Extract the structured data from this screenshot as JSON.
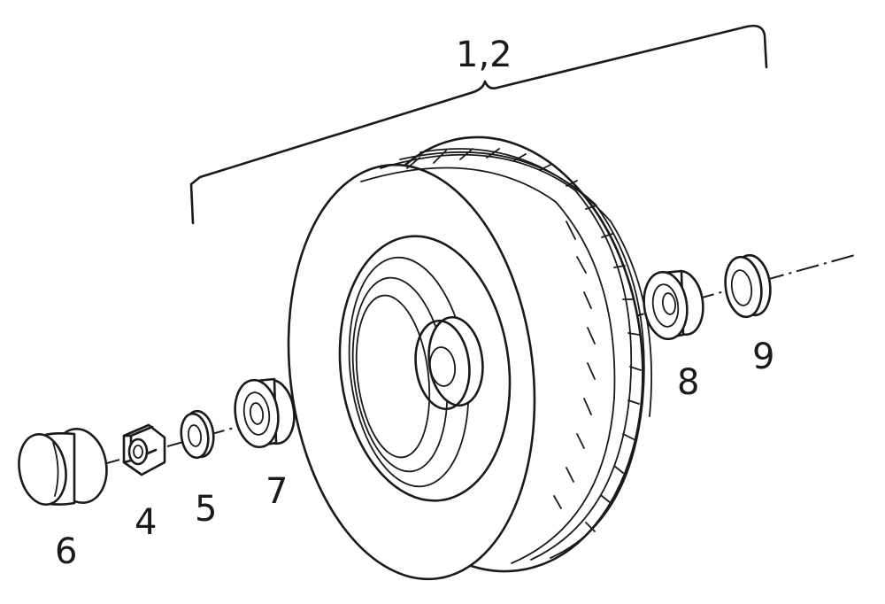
{
  "diagram": {
    "callouts": {
      "assembly": "1,2",
      "nut": "4",
      "washer": "5",
      "cap": "6",
      "bearing_outer": "7",
      "bearing_inner": "8",
      "seal": "9"
    }
  }
}
